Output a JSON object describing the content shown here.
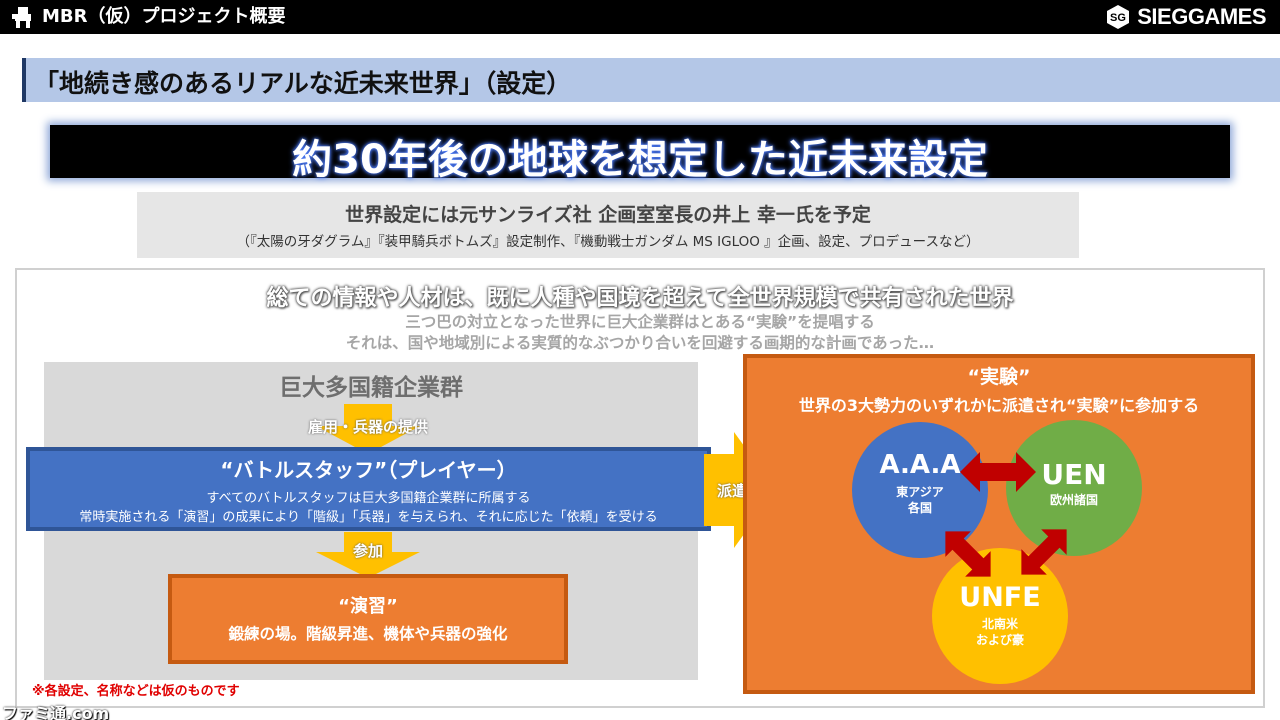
{
  "topbar": {
    "title": "MBR（仮）プロジェクト概要",
    "brand": "SIEGGAMES",
    "logo_icon": "robot-mascot-icon",
    "brand_icon": "sieg-hexagon-icon"
  },
  "section": {
    "heading": "「地続き感のあるリアルな近未来世界」（設定）"
  },
  "banner": {
    "text": "約30年後の地球を想定した近未来設定"
  },
  "info": {
    "line1": "世界設定には元サンライズ社 企画室室長の井上 幸一氏を予定",
    "line2": "（『太陽の牙ダグラム』『装甲騎兵ボトムズ』設定制作、『機動戦士ガンダム MS IGLOO 』企画、設定、プロデュースなど）"
  },
  "world": {
    "heading": "総ての情報や人材は、既に人種や国境を超えて全世界規模で共有された世界",
    "sub1": "三つ巴の対立となった世界に巨大企業群はとある“実験”を提唱する",
    "sub2": "それは、国や地域別による実質的なぶつかり合いを回避する画期的な計画であった…"
  },
  "corp": {
    "title": "巨大多国籍企業群",
    "supply_label": "雇用・兵器の提供"
  },
  "player": {
    "title": "“バトルスタッフ”（プレイヤー）",
    "line1": "すべてのバトルスタッフは巨大多国籍企業群に所属する",
    "line2": "常時実施される「演習」の成果により「階級」「兵器」を与えられ、それに応じた「依頼」を受ける"
  },
  "join_label": "参加",
  "dispatch_label": "派遣",
  "drill": {
    "title": "“演習”",
    "desc": "鍛練の場。階級昇進、機体や兵器の強化"
  },
  "experiment": {
    "title": "“実験”",
    "desc": "世界の3大勢力のいずれかに派遣され“実験”に参加する",
    "factions": [
      {
        "name": "A.A.A",
        "sub1": "東アジア",
        "sub2": "各国",
        "color": "#4472c4"
      },
      {
        "name": "UEN",
        "sub1": "欧州諸国",
        "sub2": "",
        "color": "#70ad47"
      },
      {
        "name": "UNFE",
        "sub1": "北南米",
        "sub2": "および豪",
        "color": "#ffc000"
      }
    ],
    "conflict_color": "#c00000"
  },
  "note": "※各設定、名称などは仮のものです",
  "watermark": "ファミ通.com",
  "colors": {
    "accent_blue": "#4472c4",
    "orange": "#ed7d31",
    "arrow_yellow": "#ffc000",
    "heading_bg": "#b4c7e7"
  }
}
